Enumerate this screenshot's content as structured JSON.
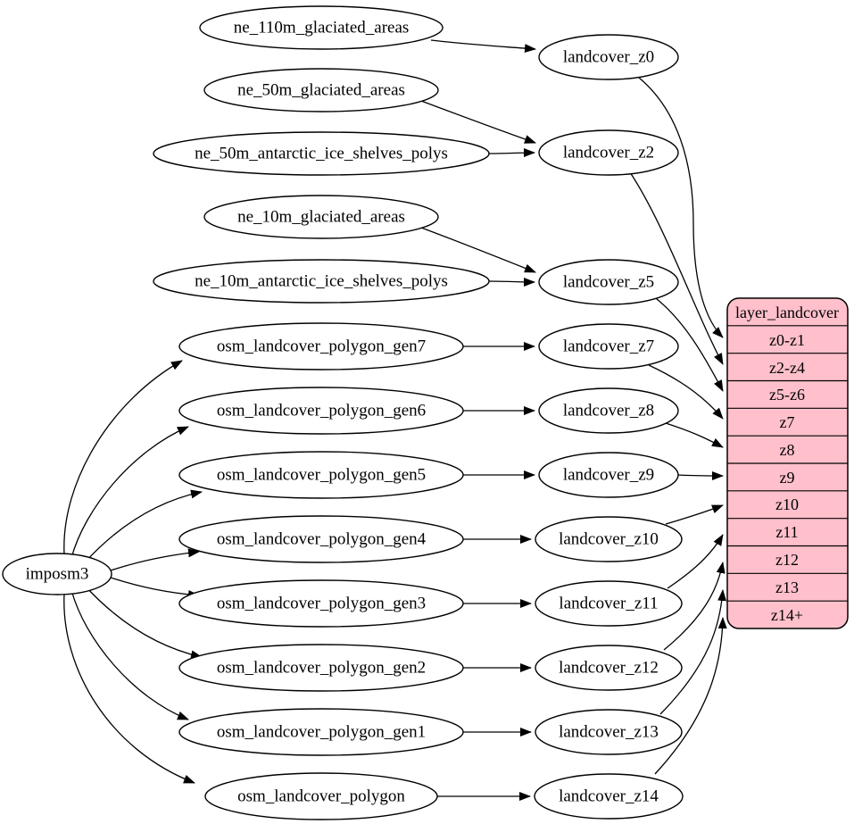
{
  "colors": {
    "background": "#ffffff",
    "node_fill": "#ffffff",
    "node_stroke": "#000000",
    "edge": "#000000",
    "table_fill": "#ffc0cb",
    "text": "#000000"
  },
  "nodes": {
    "imposm3": {
      "label": "imposm3"
    },
    "ne_110m_glaciated_areas": {
      "label": "ne_110m_glaciated_areas"
    },
    "ne_50m_glaciated_areas": {
      "label": "ne_50m_glaciated_areas"
    },
    "ne_50m_antarctic_ice_shelves_polys": {
      "label": "ne_50m_antarctic_ice_shelves_polys"
    },
    "ne_10m_glaciated_areas": {
      "label": "ne_10m_glaciated_areas"
    },
    "ne_10m_antarctic_ice_shelves_polys": {
      "label": "ne_10m_antarctic_ice_shelves_polys"
    },
    "osm_landcover_polygon_gen7": {
      "label": "osm_landcover_polygon_gen7"
    },
    "osm_landcover_polygon_gen6": {
      "label": "osm_landcover_polygon_gen6"
    },
    "osm_landcover_polygon_gen5": {
      "label": "osm_landcover_polygon_gen5"
    },
    "osm_landcover_polygon_gen4": {
      "label": "osm_landcover_polygon_gen4"
    },
    "osm_landcover_polygon_gen3": {
      "label": "osm_landcover_polygon_gen3"
    },
    "osm_landcover_polygon_gen2": {
      "label": "osm_landcover_polygon_gen2"
    },
    "osm_landcover_polygon_gen1": {
      "label": "osm_landcover_polygon_gen1"
    },
    "osm_landcover_polygon": {
      "label": "osm_landcover_polygon"
    },
    "landcover_z0": {
      "label": "landcover_z0"
    },
    "landcover_z2": {
      "label": "landcover_z2"
    },
    "landcover_z5": {
      "label": "landcover_z5"
    },
    "landcover_z7": {
      "label": "landcover_z7"
    },
    "landcover_z8": {
      "label": "landcover_z8"
    },
    "landcover_z9": {
      "label": "landcover_z9"
    },
    "landcover_z10": {
      "label": "landcover_z10"
    },
    "landcover_z11": {
      "label": "landcover_z11"
    },
    "landcover_z12": {
      "label": "landcover_z12"
    },
    "landcover_z13": {
      "label": "landcover_z13"
    },
    "landcover_z14": {
      "label": "landcover_z14"
    }
  },
  "table": {
    "header": "layer_landcover",
    "rows": [
      "z0-z1",
      "z2-z4",
      "z5-z6",
      "z7",
      "z8",
      "z9",
      "z10",
      "z11",
      "z12",
      "z13",
      "z14+"
    ]
  },
  "edges": [
    {
      "from": "imposm3",
      "to": "osm_landcover_polygon_gen7"
    },
    {
      "from": "imposm3",
      "to": "osm_landcover_polygon_gen6"
    },
    {
      "from": "imposm3",
      "to": "osm_landcover_polygon_gen5"
    },
    {
      "from": "imposm3",
      "to": "osm_landcover_polygon_gen4"
    },
    {
      "from": "imposm3",
      "to": "osm_landcover_polygon_gen3"
    },
    {
      "from": "imposm3",
      "to": "osm_landcover_polygon_gen2"
    },
    {
      "from": "imposm3",
      "to": "osm_landcover_polygon_gen1"
    },
    {
      "from": "imposm3",
      "to": "osm_landcover_polygon"
    },
    {
      "from": "ne_110m_glaciated_areas",
      "to": "landcover_z0"
    },
    {
      "from": "ne_50m_glaciated_areas",
      "to": "landcover_z2"
    },
    {
      "from": "ne_50m_antarctic_ice_shelves_polys",
      "to": "landcover_z2"
    },
    {
      "from": "ne_10m_glaciated_areas",
      "to": "landcover_z5"
    },
    {
      "from": "ne_10m_antarctic_ice_shelves_polys",
      "to": "landcover_z5"
    },
    {
      "from": "osm_landcover_polygon_gen7",
      "to": "landcover_z7"
    },
    {
      "from": "osm_landcover_polygon_gen6",
      "to": "landcover_z8"
    },
    {
      "from": "osm_landcover_polygon_gen5",
      "to": "landcover_z9"
    },
    {
      "from": "osm_landcover_polygon_gen4",
      "to": "landcover_z10"
    },
    {
      "from": "osm_landcover_polygon_gen3",
      "to": "landcover_z11"
    },
    {
      "from": "osm_landcover_polygon_gen2",
      "to": "landcover_z12"
    },
    {
      "from": "osm_landcover_polygon_gen1",
      "to": "landcover_z13"
    },
    {
      "from": "osm_landcover_polygon",
      "to": "landcover_z14"
    },
    {
      "from": "landcover_z0",
      "to": "layer_landcover",
      "row": "z0-z1"
    },
    {
      "from": "landcover_z2",
      "to": "layer_landcover",
      "row": "z2-z4"
    },
    {
      "from": "landcover_z5",
      "to": "layer_landcover",
      "row": "z5-z6"
    },
    {
      "from": "landcover_z7",
      "to": "layer_landcover",
      "row": "z7"
    },
    {
      "from": "landcover_z8",
      "to": "layer_landcover",
      "row": "z8"
    },
    {
      "from": "landcover_z9",
      "to": "layer_landcover",
      "row": "z9"
    },
    {
      "from": "landcover_z10",
      "to": "layer_landcover",
      "row": "z10"
    },
    {
      "from": "landcover_z11",
      "to": "layer_landcover",
      "row": "z11"
    },
    {
      "from": "landcover_z12",
      "to": "layer_landcover",
      "row": "z12"
    },
    {
      "from": "landcover_z13",
      "to": "layer_landcover",
      "row": "z13"
    },
    {
      "from": "landcover_z14",
      "to": "layer_landcover",
      "row": "z14+"
    }
  ]
}
